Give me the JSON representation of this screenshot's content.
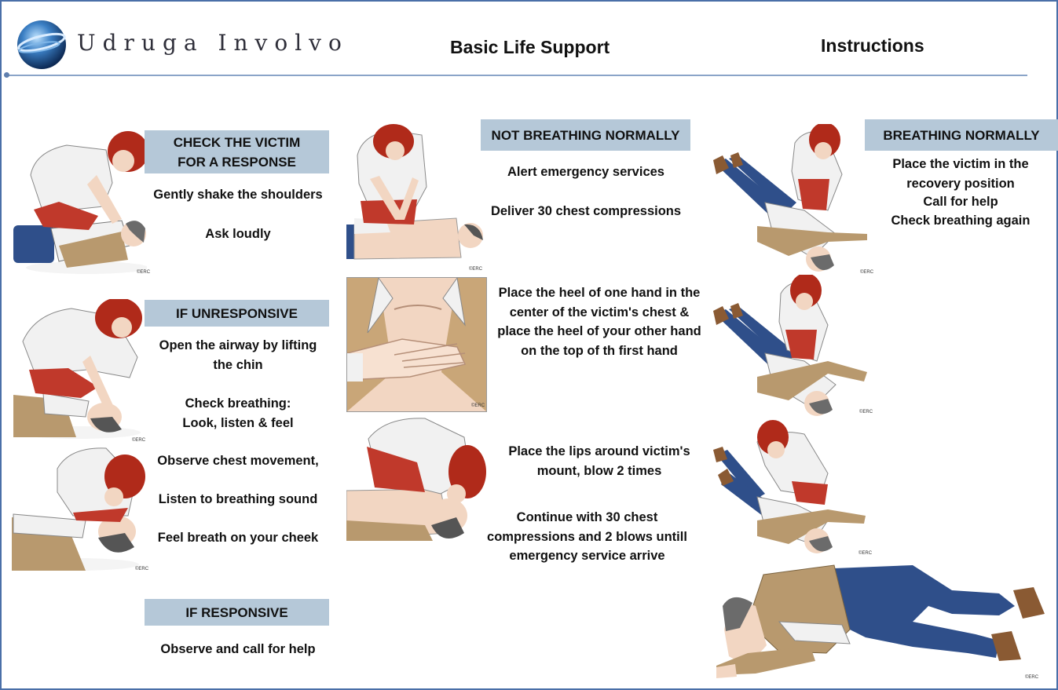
{
  "header": {
    "logo_text": "Udruga Involvo",
    "title_center": "Basic Life Support",
    "title_right": "Instructions"
  },
  "left": {
    "check_header": "CHECK THE VICTIM FOR A RESPONSE",
    "check_line1": "Gently shake the shoulders",
    "check_line2": "Ask loudly",
    "unresp_header": "IF UNRESPONSIVE",
    "unresp_line1": "Open the airway by lifting the chin",
    "unresp_line2": "Check breathing: Look, listen & feel",
    "observe_line1": "Observe chest movement,",
    "observe_line2": "Listen to breathing sound",
    "observe_line3": "Feel breath on your cheek",
    "resp_header": "IF RESPONSIVE",
    "resp_line1": "Observe and call for help"
  },
  "middle": {
    "notbreathing_header": "NOT BREATHING NORMALLY",
    "nb_line1": "Alert emergency services",
    "nb_line2": "Deliver 30 chest compressions",
    "hand_text": "Place the heel of one hand in the center of the victim's chest & place the heel of your other hand on the top of th first hand",
    "lips_text": "Place the lips around victim's mount, blow 2 times",
    "continue_text": "Continue with 30 chest compressions and 2 blows untill emergency service arrive"
  },
  "right": {
    "breathing_header": "BREATHING NORMALLY",
    "br_line1": "Place the victim in the recovery position",
    "br_line2": "Call for help",
    "br_line3": "Check breathing again"
  },
  "watermark": "©ERC",
  "colors": {
    "header_box": "#b5c8d8",
    "rule": "#8aa4c8",
    "rescuer_shirt": "#f1f1f1",
    "rescuer_hair": "#b02a1a",
    "rescuer_trousers": "#c0392b",
    "victim_jacket": "#b8996e",
    "victim_jeans": "#2f4f8a",
    "skin": "#f2d6c2"
  }
}
